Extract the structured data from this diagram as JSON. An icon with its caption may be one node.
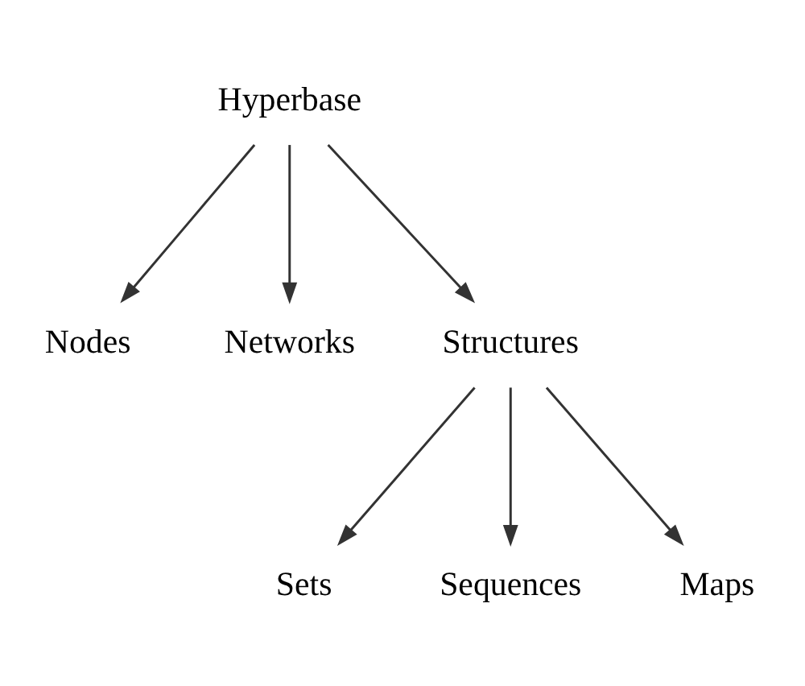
{
  "diagram": {
    "nodes": [
      {
        "text": [
          "Hyperbase"
        ]
      },
      {
        "text": [
          "Nodes"
        ]
      },
      {
        "text": [
          "Networks"
        ]
      },
      {
        "text": [
          "Structures"
        ]
      },
      {
        "text": [
          "Sets"
        ]
      },
      {
        "text": [
          "Sequences"
        ]
      },
      {
        "text": [
          "Maps"
        ]
      }
    ],
    "edges": [
      {
        "from": 0,
        "to": 1,
        "arrow": "to"
      },
      {
        "from": 0,
        "to": 2,
        "arrow": "to"
      },
      {
        "from": 0,
        "to": 3,
        "arrow": "to"
      },
      {
        "from": 3,
        "to": 4,
        "arrow": "to"
      },
      {
        "from": 3,
        "to": 5,
        "arrow": "to"
      },
      {
        "from": 3,
        "to": 6,
        "arrow": "to"
      }
    ]
  }
}
